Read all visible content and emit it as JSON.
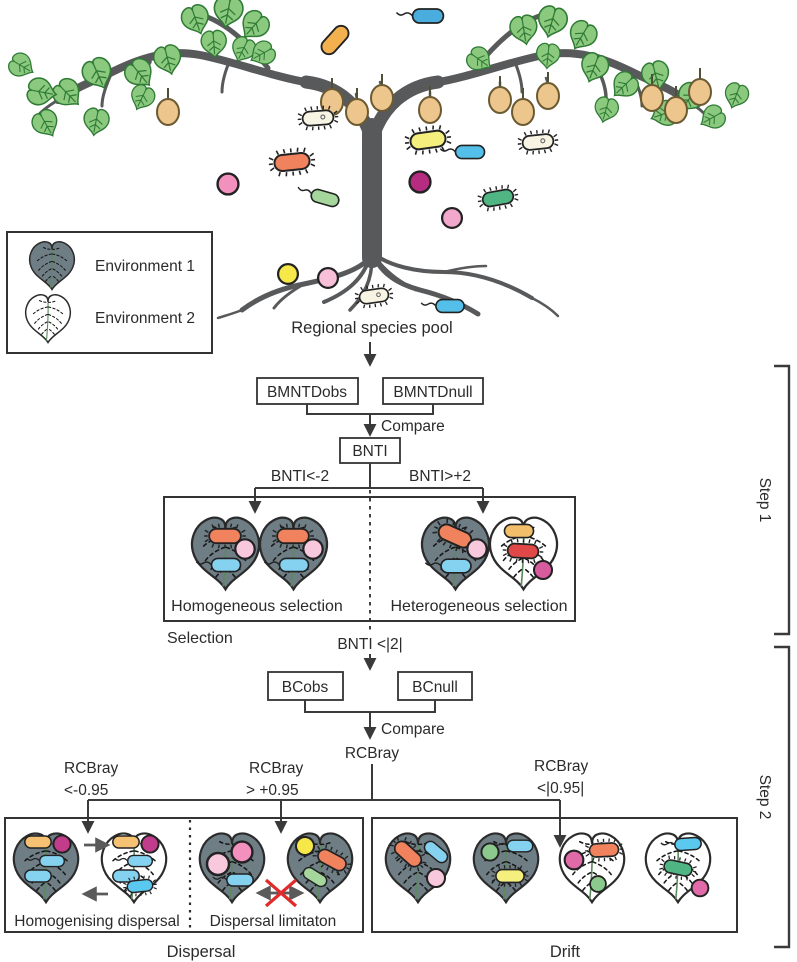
{
  "figure": {
    "legend": {
      "env1": "Environment 1",
      "env2": "Environment 2"
    },
    "pool_caption": "Regional species pool",
    "step1": {
      "bracket_label": "Step 1",
      "bmntd_obs": "BMNTDobs",
      "bmntd_null": "BMNTDnull",
      "compare": "Compare",
      "bnti": "BNTI",
      "bnti_lt": "BNTI<-2",
      "bnti_gt": "BNTI>+2",
      "homogeneous": "Homogeneous selection",
      "heterogeneous": "Heterogeneous selection",
      "selection": "Selection"
    },
    "step2": {
      "bracket_label": "Step 2",
      "bnti_abs": "BNTI <|2|",
      "bc_obs": "BCobs",
      "bc_null": "BCnull",
      "compare": "Compare",
      "rcbray": "RCBray",
      "rc_left_line1": "RCBray",
      "rc_left_line2": "<-0.95",
      "rc_mid_line1": "RCBray",
      "rc_mid_line2": "> +0.95",
      "rc_right_line1": "RCBray",
      "rc_right_line2": "<|0.95|",
      "homogenising": "Homogenising dispersal",
      "limitation": "Dispersal limitaton",
      "dispersal": "Dispersal",
      "drift": "Drift"
    },
    "colors": {
      "environment1_leaf": "#6F7D85",
      "environment2_leaf": "#FFFFFF",
      "tree_leaf_green": "#8BC97E",
      "trunk_gray": "#58595B",
      "fruit_tan": "#ECC68C",
      "cross_red": "#E02B2B",
      "microbe_blue": "#54BFE8",
      "microbe_light_blue": "#85D2F0",
      "microbe_salmon": "#F0835E",
      "microbe_yellow": "#F5F07E",
      "microbe_pink": "#F290BE",
      "microbe_magenta": "#C23C8C",
      "microbe_green": "#4FB582"
    },
    "icons": [
      "dark-leaf-icon",
      "light-leaf-icon",
      "tree-leaf-icon",
      "fruit-icon",
      "bacterium-rod-icon",
      "bacterium-flagellate-icon",
      "bacterium-ciliated-icon",
      "bacterium-coccus-icon",
      "red-cross-icon",
      "arrow-icon"
    ]
  }
}
